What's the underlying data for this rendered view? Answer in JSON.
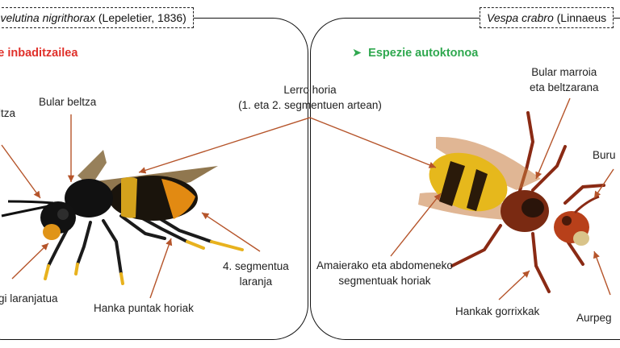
{
  "left": {
    "species_name": "pa velutina nigrithorax",
    "species_author": " (Lepeletier, 1836)",
    "status": "zie inbaditzailea",
    "labels": {
      "head": "ltza",
      "thorax": "Bular beltza",
      "legs": "Hanka puntak horiak",
      "segment4_line1": "4. segmentua",
      "segment4_line2": "laranja",
      "face": "gi laranjatua"
    }
  },
  "center": {
    "line_label_1": "Lerro horia",
    "line_label_2": "(1. eta 2. segmentuen artean)"
  },
  "right": {
    "species_name": "Vespa crabro",
    "species_author": " (Linnaeus",
    "status": "Espezie autoktonoa",
    "labels": {
      "thorax_line1": "Bular marroia",
      "thorax_line2": "eta beltzarana",
      "head": "Buru",
      "abdomen_line1": "Amaierako eta abdomeneko",
      "abdomen_line2": "segmentuak horiak",
      "legs": "Hankak gorrixkak",
      "face": "Aurpeg"
    }
  },
  "colors": {
    "invasive": "#e0302a",
    "native": "#2fa84f",
    "pointer": "#b5542a"
  }
}
